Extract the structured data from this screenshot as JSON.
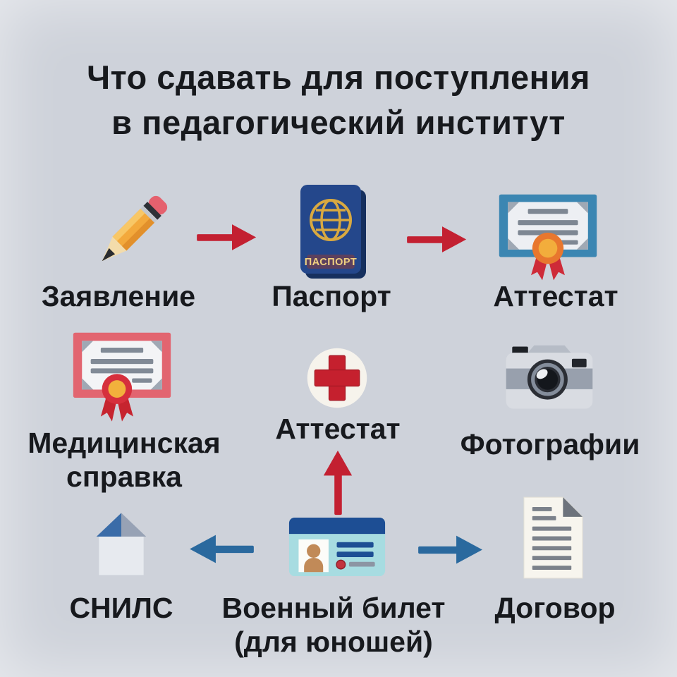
{
  "title": {
    "line1": "Что сдавать для поступления",
    "line2": "в педагогический институт"
  },
  "items": {
    "zayavlenie": {
      "label": "Заявление",
      "icon": "pencil-icon"
    },
    "pasport": {
      "label": "Паспорт",
      "icon": "passport-icon",
      "cover_text": "ПАСПОРТ"
    },
    "attestat": {
      "label": "Аттестат",
      "icon": "certificate-icon"
    },
    "med_spravka": {
      "label_line1": "Медицинская",
      "label_line2": "справка",
      "icon": "medical-certificate-icon"
    },
    "attestat2": {
      "label": "Аттестат",
      "icon": "red-cross-icon"
    },
    "fotografii": {
      "label": "Фотографии",
      "icon": "camera-icon"
    },
    "snils": {
      "label": "СНИЛС",
      "icon": "house-icon"
    },
    "voenny_bilet": {
      "label_line1": "Военный билет",
      "label_line2": "(для юношей)",
      "icon": "id-card-icon"
    },
    "dogovor": {
      "label": "Договор",
      "icon": "document-icon"
    }
  },
  "arrows": [
    {
      "name": "zayavlenie-to-pasport",
      "direction": "right",
      "color_role": "red_arrow"
    },
    {
      "name": "pasport-to-attestat",
      "direction": "right",
      "color_role": "red_arrow"
    },
    {
      "name": "bilet-to-attestat2",
      "direction": "up",
      "color_role": "red_arrow"
    },
    {
      "name": "bilet-to-snils",
      "direction": "left",
      "color_role": "blue_arrow"
    },
    {
      "name": "bilet-to-dogovor",
      "direction": "right",
      "color_role": "blue_arrow"
    }
  ],
  "colors": {
    "background": "#ced2da",
    "text": "#17191d",
    "red_arrow": "#c32031",
    "blue_arrow": "#2a699e"
  }
}
